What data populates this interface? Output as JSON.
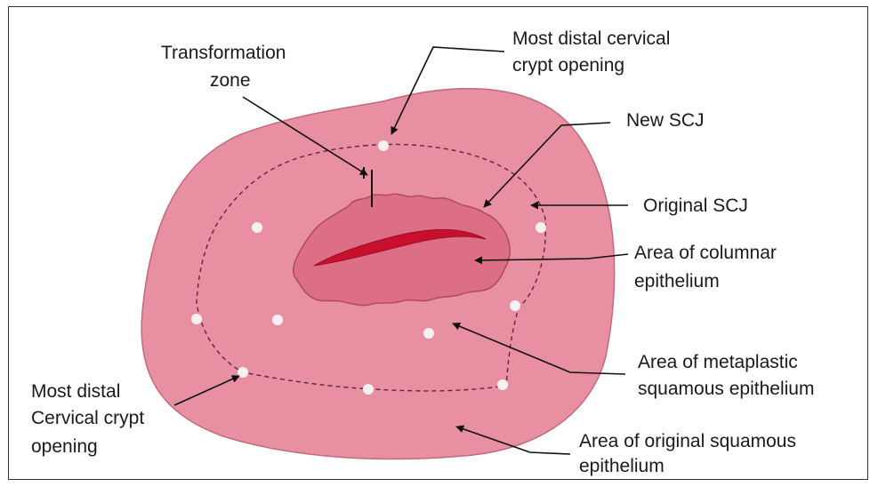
{
  "colors": {
    "cervix_fill": "#e88fa2",
    "cervix_stroke": "#c26a7e",
    "columnar_fill": "#dc6f85",
    "columnar_stroke": "#b24b62",
    "os_fill": "#c8102e",
    "crypt_dot": "#f7f0f2",
    "border": "#333333",
    "line": "#111111"
  },
  "labels": {
    "transformation_zone": [
      "Transformation",
      "zone"
    ],
    "most_distal_top": [
      "Most distal cervical",
      "crypt opening"
    ],
    "new_scj": [
      "New SCJ"
    ],
    "original_scj": [
      "Original SCJ"
    ],
    "columnar": [
      "Area of columnar",
      "epithelium"
    ],
    "metaplastic": [
      "Area of metaplastic",
      "squamous epithelium"
    ],
    "original_squamous": [
      "Area of original squamous",
      "epithelium"
    ],
    "most_distal_left": [
      "Most distal",
      "Cervical crypt",
      "opening"
    ]
  },
  "icons": [
    "arrow-icon",
    "crypt-opening-dot-icon"
  ]
}
